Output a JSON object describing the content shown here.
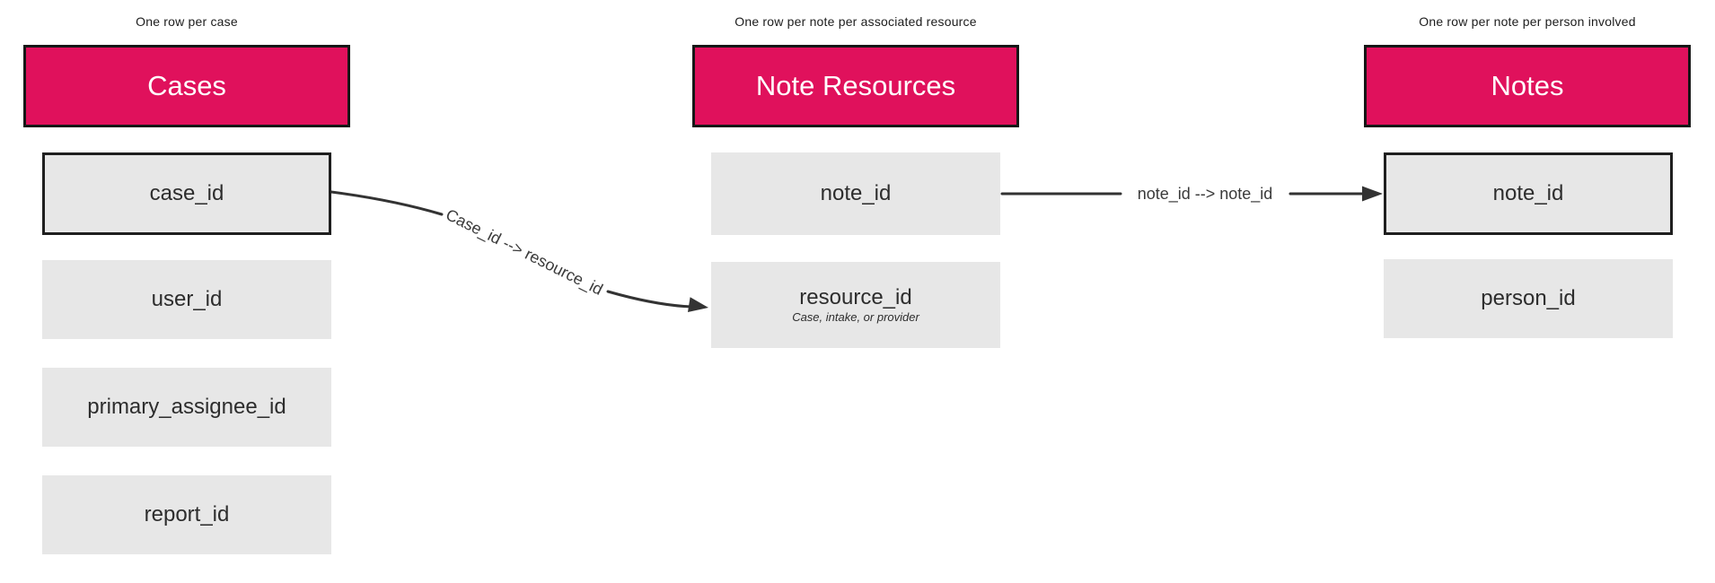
{
  "diagram": {
    "background_color": "#ffffff",
    "accent_color": "#e0115c",
    "field_fill_color": "#e7e7e7",
    "border_color": "#1f1f1f",
    "arrow_color": "#333333",
    "tables": [
      {
        "id": "cases",
        "caption": "One row per case",
        "title": "Cases",
        "fields": [
          {
            "label": "case_id",
            "highlighted": true
          },
          {
            "label": "user_id",
            "highlighted": false
          },
          {
            "label": "primary_assignee_id",
            "highlighted": false
          },
          {
            "label": "report_id",
            "highlighted": false
          }
        ]
      },
      {
        "id": "note-resources",
        "caption": "One row per note per associated resource",
        "title": "Note Resources",
        "fields": [
          {
            "label": "note_id",
            "highlighted": false
          },
          {
            "label": "resource_id",
            "sublabel": "Case, intake, or provider",
            "highlighted": false
          }
        ]
      },
      {
        "id": "notes",
        "caption": "One row per note per person involved",
        "title": "Notes",
        "fields": [
          {
            "label": "note_id",
            "highlighted": true
          },
          {
            "label": "person_id",
            "highlighted": false
          }
        ]
      }
    ],
    "arrows": [
      {
        "label": "Case_id --> resource_id",
        "from": "cases.case_id",
        "to": "note-resources.resource_id",
        "style": "curved"
      },
      {
        "label": "note_id --> note_id",
        "from": "note-resources.note_id",
        "to": "notes.note_id",
        "style": "straight"
      }
    ]
  }
}
